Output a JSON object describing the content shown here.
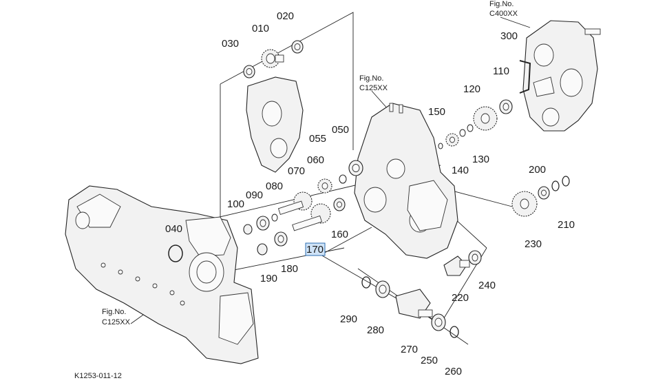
{
  "diagram_id": "K1253-011-12",
  "fig_refs": [
    {
      "key": "top_right",
      "line1": "Fig.No.",
      "line2": "C400XX"
    },
    {
      "key": "center",
      "line1": "Fig.No.",
      "line2": "C125XX"
    },
    {
      "key": "bottom_left",
      "line1": "Fig.No.",
      "line2": "C125XX"
    }
  ],
  "selected_part": "170",
  "parts": [
    "010",
    "020",
    "030",
    "040",
    "050",
    "055",
    "060",
    "070",
    "080",
    "090",
    "100",
    "110",
    "120",
    "130",
    "140",
    "150",
    "160",
    "170",
    "180",
    "190",
    "200",
    "210",
    "220",
    "230",
    "240",
    "250",
    "260",
    "270",
    "280",
    "290",
    "300"
  ]
}
